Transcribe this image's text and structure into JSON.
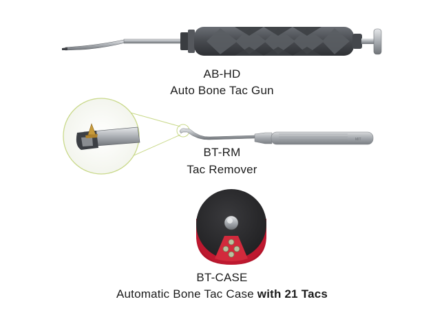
{
  "products": [
    {
      "code": "AB-HD",
      "name": "Auto Bone Tac Gun",
      "name_emphasis": ""
    },
    {
      "code": "BT-RM",
      "name": "Tac Remover",
      "name_emphasis": ""
    },
    {
      "code": "BT-CASE",
      "name": "Automatic Bone Tac Case ",
      "name_emphasis": "with 21 Tacs"
    }
  ],
  "remover_handle_marking": "MIT",
  "colors": {
    "gun_body": "#4a4d52",
    "steel": "#b9bcc0",
    "case_top": "#2b2b2d",
    "case_base": "#b3142a",
    "callout_line": "#c9d98a"
  }
}
